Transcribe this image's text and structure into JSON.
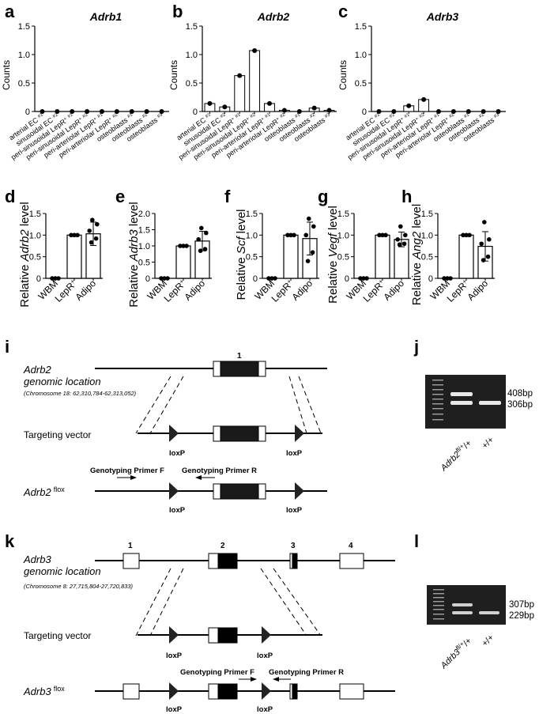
{
  "panels": {
    "a": "a",
    "b": "b",
    "c": "c",
    "d": "d",
    "e": "e",
    "f": "f",
    "g": "g",
    "h": "h",
    "i": "i",
    "j": "j",
    "k": "k",
    "l": "l"
  },
  "colors": {
    "line": "#000000",
    "bar_fill": "#ffffff",
    "gel_bg": "#1f1f1f",
    "band": "#e8e8e8"
  },
  "chart_data": [
    {
      "panel": "a",
      "type": "bar",
      "title": "Adrb1",
      "ylabel": "Counts",
      "ylim": [
        0,
        1.5
      ],
      "yticks": [
        "0",
        "0.5",
        "1.0",
        "1.5"
      ],
      "categories": [
        "arterial EC #1",
        "sinusoidal EC #2",
        "peri-sinusoidal LepR+ #1",
        "peri-sinusoidal LepR+ #2",
        "peri-arteriolar LepR+ #1",
        "peri-arteriolar LepR+ #2",
        "osteoblasts #1",
        "osteoblasts #2",
        "osteoblasts #3"
      ],
      "values": [
        0,
        0,
        0,
        0,
        0,
        0,
        0,
        0,
        0
      ]
    },
    {
      "panel": "b",
      "type": "bar",
      "title": "Adrb2",
      "ylabel": "Counts",
      "ylim": [
        0,
        1.5
      ],
      "yticks": [
        "0",
        "0.5",
        "1.0",
        "1.5"
      ],
      "categories": [
        "arterial EC #1",
        "sinusoidal EC #2",
        "peri-sinusoidal LepR+ #1",
        "peri-sinusoidal LepR+ #2",
        "peri-arteriolar LepR+ #1",
        "peri-arteriolar LepR+ #2",
        "osteoblasts #1",
        "osteoblasts #2",
        "osteoblasts #3"
      ],
      "values": [
        0.14,
        0.08,
        0.63,
        1.07,
        0.14,
        0.02,
        0,
        0.06,
        0.02
      ]
    },
    {
      "panel": "c",
      "type": "bar",
      "title": "Adrb3",
      "ylabel": "Counts",
      "ylim": [
        0,
        1.5
      ],
      "yticks": [
        "0",
        "0.5",
        "1.0",
        "1.5"
      ],
      "categories": [
        "arterial EC #1",
        "sinusoidal EC #2",
        "peri-sinusoidal LepR+ #1",
        "peri-sinusoidal LepR+ #2",
        "peri-arteriolar LepR+ #1",
        "peri-arteriolar LepR+ #2",
        "osteoblasts #1",
        "osteoblasts #2",
        "osteoblasts #3"
      ],
      "values": [
        0,
        0,
        0.1,
        0.21,
        0,
        0,
        0,
        0,
        0
      ]
    },
    {
      "panel": "d",
      "type": "bar",
      "ylabel_pre": "Relative ",
      "ylabel_gene": "Adrb2",
      "ylabel_post": " level",
      "ylim": [
        0,
        1.5
      ],
      "yticks": [
        "0",
        "0.5",
        "1.0",
        "1.5"
      ],
      "categories": [
        "WBM",
        "LepR+",
        "Adipo"
      ],
      "values": [
        0,
        1.0,
        1.03
      ],
      "err": [
        0,
        0,
        0.27
      ],
      "points": [
        [
          0,
          0,
          0
        ],
        [
          1.0,
          1.0,
          1.0
        ],
        [
          1.35,
          1.25,
          1.1,
          0.92,
          0.83
        ]
      ]
    },
    {
      "panel": "e",
      "type": "bar",
      "ylabel_pre": "Relative ",
      "ylabel_gene": "Adrb3",
      "ylabel_post": " level",
      "ylim": [
        0,
        2.0
      ],
      "yticks": [
        "0",
        "0.5",
        "1.0",
        "1.5",
        "2.0"
      ],
      "categories": [
        "WBM",
        "LepR+",
        "Adipo"
      ],
      "values": [
        0,
        1.0,
        1.15
      ],
      "err": [
        0,
        0,
        0.3
      ],
      "points": [
        [
          0,
          0,
          0
        ],
        [
          1.0,
          1.0,
          1.0
        ],
        [
          1.55,
          1.4,
          1.2,
          0.9,
          0.85
        ]
      ]
    },
    {
      "panel": "f",
      "type": "bar",
      "ylabel_pre": "Relative ",
      "ylabel_gene": "Scf",
      "ylabel_post": " level",
      "ylim": [
        0,
        1.5
      ],
      "yticks": [
        "0",
        "0.5",
        "1.0",
        "1.5"
      ],
      "categories": [
        "WBM",
        "LepR+",
        "Adipo"
      ],
      "values": [
        0,
        1.0,
        0.92
      ],
      "err": [
        0,
        0,
        0.38
      ],
      "points": [
        [
          0,
          0,
          0
        ],
        [
          1.0,
          1.0,
          1.0
        ],
        [
          1.38,
          1.2,
          1.0,
          0.6,
          0.4
        ]
      ]
    },
    {
      "panel": "g",
      "type": "bar",
      "ylabel_pre": "Relative ",
      "ylabel_gene": "Vegf",
      "ylabel_post": " level",
      "ylim": [
        0,
        1.5
      ],
      "yticks": [
        "0",
        "0.5",
        "1.0",
        "1.5"
      ],
      "categories": [
        "WBM",
        "LepR+",
        "Adipo"
      ],
      "values": [
        0,
        1.0,
        0.9
      ],
      "err": [
        0,
        0,
        0.17
      ],
      "points": [
        [
          0,
          0,
          0
        ],
        [
          1.0,
          1.0,
          1.0
        ],
        [
          1.2,
          1.0,
          0.9,
          0.8,
          0.78
        ]
      ]
    },
    {
      "panel": "h",
      "type": "bar",
      "ylabel_pre": "Relative ",
      "ylabel_gene": "Ang2",
      "ylabel_post": " level",
      "ylim": [
        0,
        1.5
      ],
      "yticks": [
        "0",
        "0.5",
        "1.0",
        "1.5"
      ],
      "categories": [
        "WBM",
        "LepR+",
        "Adipo"
      ],
      "values": [
        0,
        1.0,
        0.74
      ],
      "err": [
        0,
        0,
        0.34
      ],
      "points": [
        [
          0,
          0,
          0
        ],
        [
          1.0,
          1.0,
          1.0
        ],
        [
          1.3,
          0.9,
          0.8,
          0.5,
          0.42
        ]
      ]
    }
  ],
  "panel_i": {
    "gene_label": "Adrb2",
    "genomic_location_label": "genomic location",
    "chromosome": "(Chromosome 18: 62,310,784-62,313,052)",
    "exon_number": "1",
    "vector_label": "Targeting vector",
    "flox_gene": "Adrb2",
    "flox_sup": "flox",
    "primer_f": "Genotyping Primer F",
    "primer_r": "Genotyping Primer R",
    "loxp": "loxP"
  },
  "panel_j": {
    "band_upper": "408bp",
    "band_lower": "306bp",
    "lane1_gene": "Adrb2",
    "lane1_sup": "fl/+",
    "lane2": "+/+"
  },
  "panel_k": {
    "gene_label": "Adrb3",
    "genomic_location_label": "genomic location",
    "chromosome": "(Chromosome 8: 27,715,804-27,720,833)",
    "exon_numbers": [
      "1",
      "2",
      "3",
      "4"
    ],
    "vector_label": "Targeting vector",
    "flox_gene": "Adrb3",
    "flox_sup": "flox",
    "primer_f": "Genotyping Primer F",
    "primer_r": "Genotyping Primer R",
    "loxp": "loxP"
  },
  "panel_l": {
    "band_upper": "307bp",
    "band_lower": "229bp",
    "lane1_gene": "Adrb3",
    "lane1_sup": "fl/+",
    "lane2": "+/+"
  }
}
